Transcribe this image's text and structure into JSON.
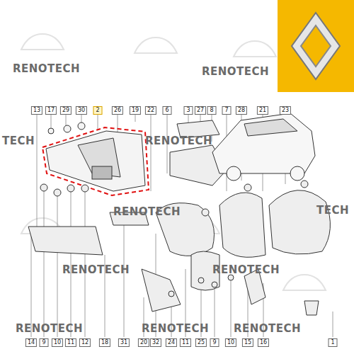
{
  "diagram": {
    "labels": [
      "13",
      "17",
      "29",
      "30",
      "2",
      "26",
      "19",
      "22",
      "6",
      "3",
      "27",
      "8",
      "7",
      "28",
      "21",
      "23",
      "14",
      "9",
      "10",
      "11",
      "12",
      "18",
      "31",
      "20",
      "32",
      "24",
      "11",
      "25",
      "9",
      "10",
      "15",
      "16",
      "1",
      "RENOTECH",
      "RENOTECH",
      "TECH",
      "RENOTECH",
      "RENOTECH",
      "TECH",
      "RENOTECH",
      "RENOTECH",
      "RENOTECH",
      "RENOTECH",
      "RENOTECH"
    ]
  }
}
